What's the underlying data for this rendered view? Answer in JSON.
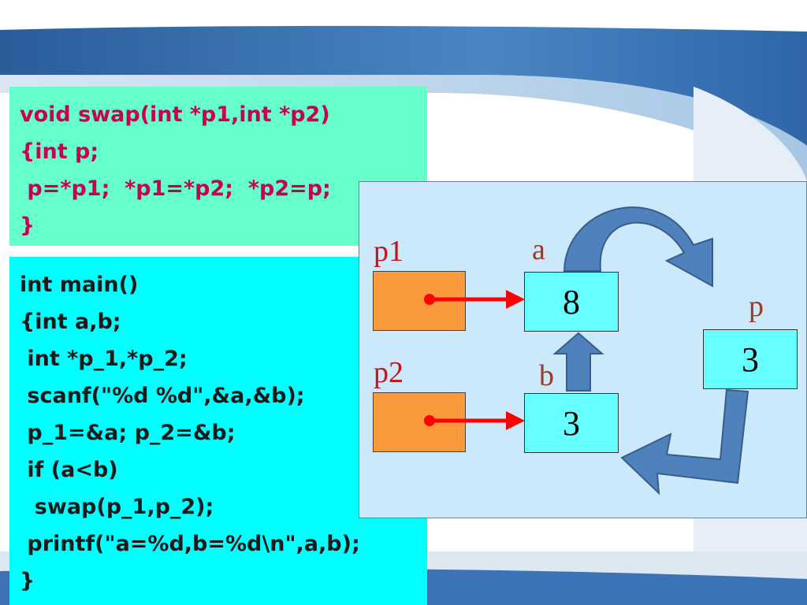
{
  "swap_code": [
    "void swap(int *p1,int *p2)",
    "{int p;",
    " p=*p1;  *p1=*p2;  *p2=p;",
    "}"
  ],
  "main_code": [
    "int main()",
    "{int a,b;",
    " int *p_1,*p_2;",
    " scanf(\"%d %d\",&a,&b);",
    " p_1=&a; p_2=&b;",
    " if (a<b)",
    "  swap(p_1,p_2);",
    " printf(\"a=%d,b=%d\\n\",a,b);",
    "}"
  ],
  "diagram": {
    "labels": {
      "p1": "p1",
      "p2": "p2",
      "a": "a",
      "b": "b",
      "p": "p"
    },
    "values": {
      "a": "8",
      "b": "3",
      "p": "3"
    }
  },
  "colors": {
    "swap_panel": "#66ffcc",
    "main_panel": "#00ffff",
    "diagram_panel": "#cce8fb",
    "pointer_box": "#fb9a3c",
    "value_box": "#66ffff",
    "pointer_arrow": "#ff0000",
    "swap_arrow": "#4f81bd"
  }
}
